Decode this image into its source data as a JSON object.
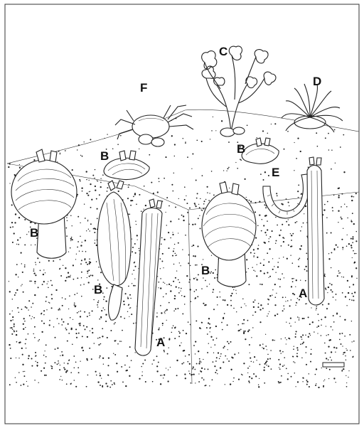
{
  "figure": {
    "labels": {
      "A": "A",
      "B": "B",
      "C": "C",
      "D": "D",
      "E": "E",
      "F": "F"
    },
    "organisms": [
      {
        "label": "A",
        "icon": "razor-clam-icon"
      },
      {
        "label": "B",
        "icon": "bivalve-clam-icon"
      },
      {
        "label": "C",
        "icon": "seaweed-icon"
      },
      {
        "label": "D",
        "icon": "sea-anemone-icon"
      },
      {
        "label": "E",
        "icon": "u-shaped-burrow-worm-icon"
      },
      {
        "label": "F",
        "icon": "crab-icon"
      }
    ],
    "scale_bar": true
  }
}
